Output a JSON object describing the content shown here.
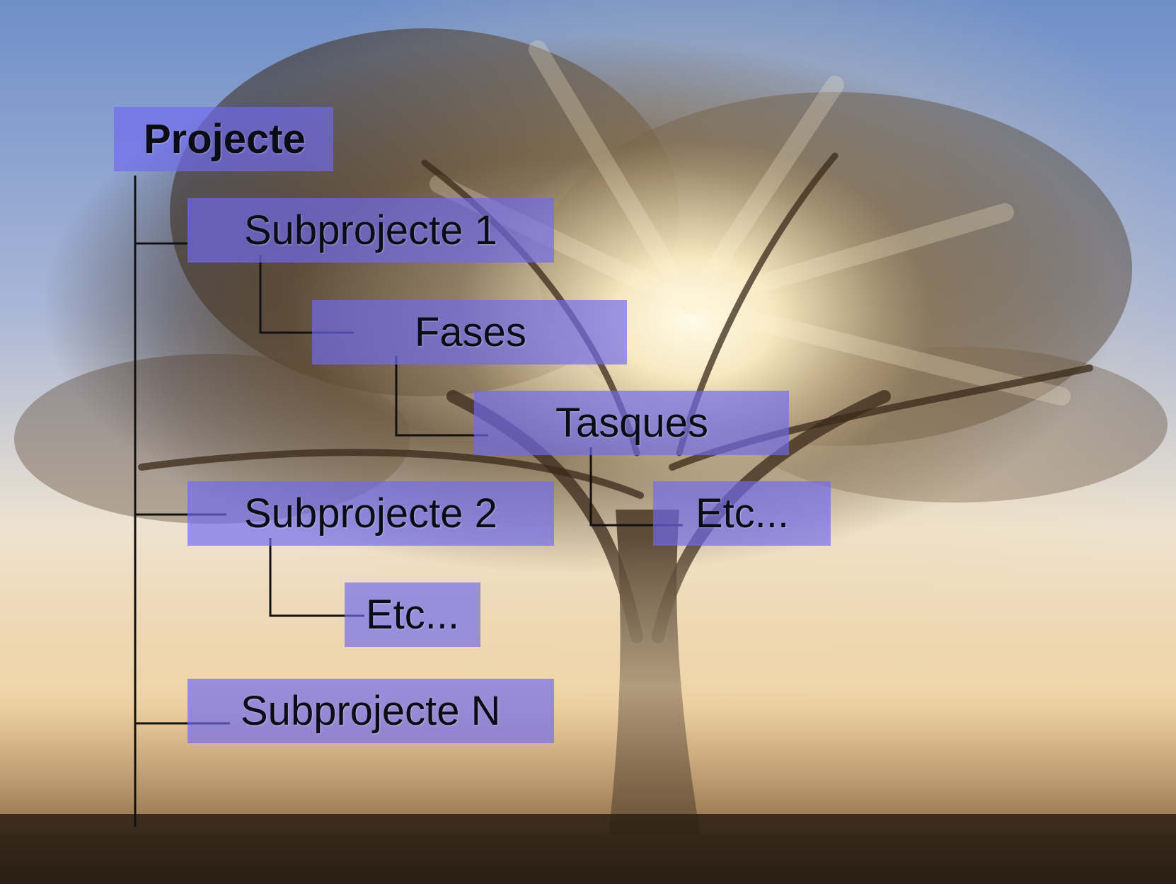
{
  "diagram": {
    "root": {
      "label": "Projecte"
    },
    "subproject_1": {
      "label": "Subprojecte 1"
    },
    "phases": {
      "label": "Fases"
    },
    "tasks": {
      "label": "Tasques"
    },
    "tasks_more": {
      "label": "Etc..."
    },
    "subproject_2": {
      "label": "Subprojecte 2"
    },
    "subproject_2_more": {
      "label": "Etc..."
    },
    "subproject_n": {
      "label": "Subprojecte N"
    }
  },
  "colors": {
    "node_fill": "#706aee",
    "connector": "#111111",
    "sky_top": "#6f8fc8",
    "sun_glow": "#fff6d8",
    "ground": "#2a1f14"
  },
  "background": {
    "description_icon": "sunlit-tree-photo-icon"
  }
}
